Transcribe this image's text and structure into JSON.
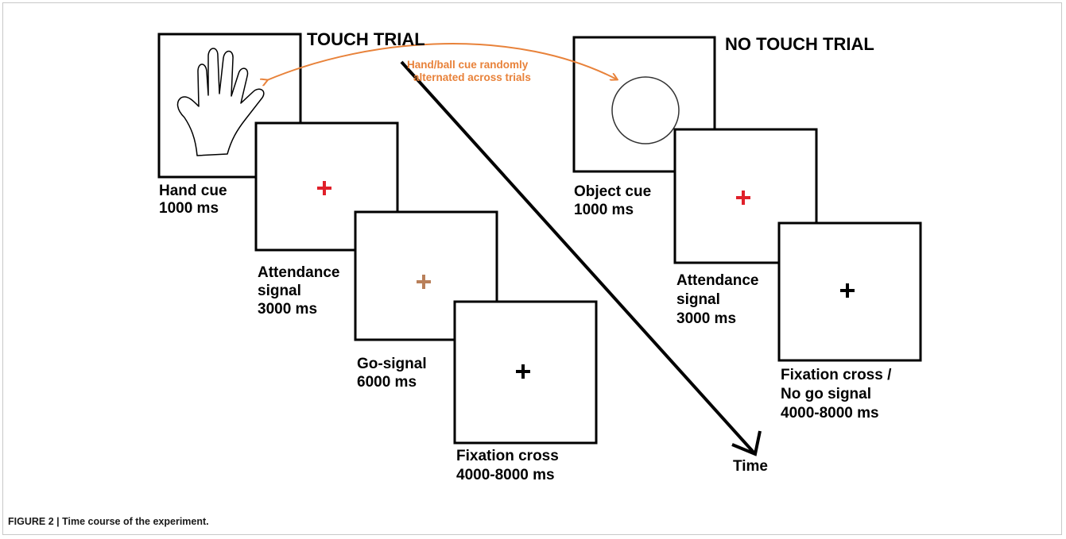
{
  "touch_trial": {
    "title": "TOUCH TRIAL",
    "panels": [
      {
        "line1": "Hand cue",
        "line2": "1000 ms"
      },
      {
        "line1": "Attendance",
        "line2": "signal",
        "line3": "3000 ms"
      },
      {
        "line1": "Go-signal",
        "line2": "6000 ms"
      },
      {
        "line1": "Fixation cross",
        "line2": "4000-8000 ms"
      }
    ]
  },
  "no_touch_trial": {
    "title": "NO TOUCH TRIAL",
    "panels": [
      {
        "line1": "Object cue",
        "line2": "1000 ms"
      },
      {
        "line1": "Attendance",
        "line2": "signal",
        "line3": "3000 ms"
      },
      {
        "line1": "Fixation cross /",
        "line2": "No go signal",
        "line3": "4000-8000 ms"
      }
    ]
  },
  "annotation": {
    "line1": "Hand/ball cue randomly",
    "line2": "alternated across trials"
  },
  "time_label": "Time",
  "caption": "FIGURE 2 | Time course of the experiment.",
  "colors": {
    "red_cross": "#e0202a",
    "go_cross": "#b9805a",
    "black_cross": "#000000",
    "annotation_orange": "#e8823a"
  },
  "icons": {
    "hand_cue": "hand-outline-icon",
    "object_cue": "circle-outline-icon",
    "cross": "plus-cross-icon"
  }
}
